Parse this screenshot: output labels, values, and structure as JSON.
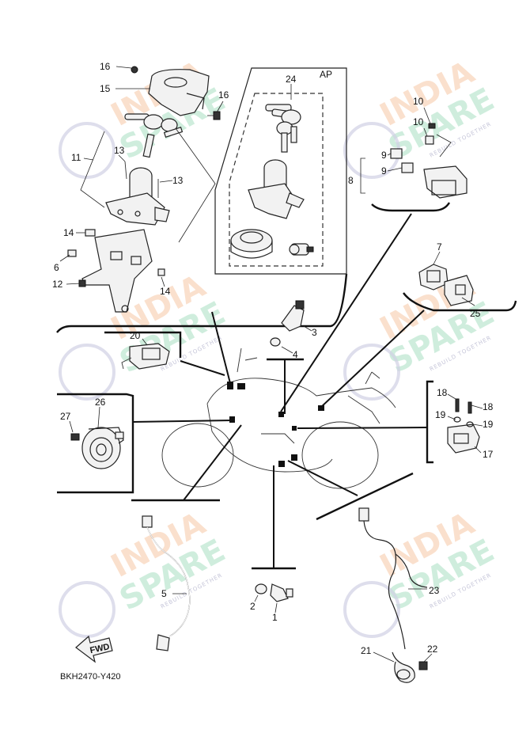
{
  "diagram_code": "BKH2470-Y420",
  "ap_tag": "AP",
  "fwd_label": "FWD",
  "watermark": {
    "line1": "INDIA",
    "line2": "SPARE",
    "tagline": "REBUILD TOGETHER"
  },
  "callouts": {
    "c1": "1",
    "c2": "2",
    "c3": "3",
    "c4": "4",
    "c5": "5",
    "c6": "6",
    "c7": "7",
    "c8": "8",
    "c9a": "9",
    "c9b": "9",
    "c10a": "10",
    "c10b": "10",
    "c11": "11",
    "c12": "12",
    "c13a": "13",
    "c13b": "13",
    "c14a": "14",
    "c14b": "14",
    "c15": "15",
    "c16a": "16",
    "c16b": "16",
    "c17": "17",
    "c18a": "18",
    "c18b": "18",
    "c19a": "19",
    "c19b": "19",
    "c20": "20",
    "c21": "21",
    "c22": "22",
    "c23": "23",
    "c24": "24",
    "c25": "25",
    "c26": "26",
    "c27": "27"
  }
}
